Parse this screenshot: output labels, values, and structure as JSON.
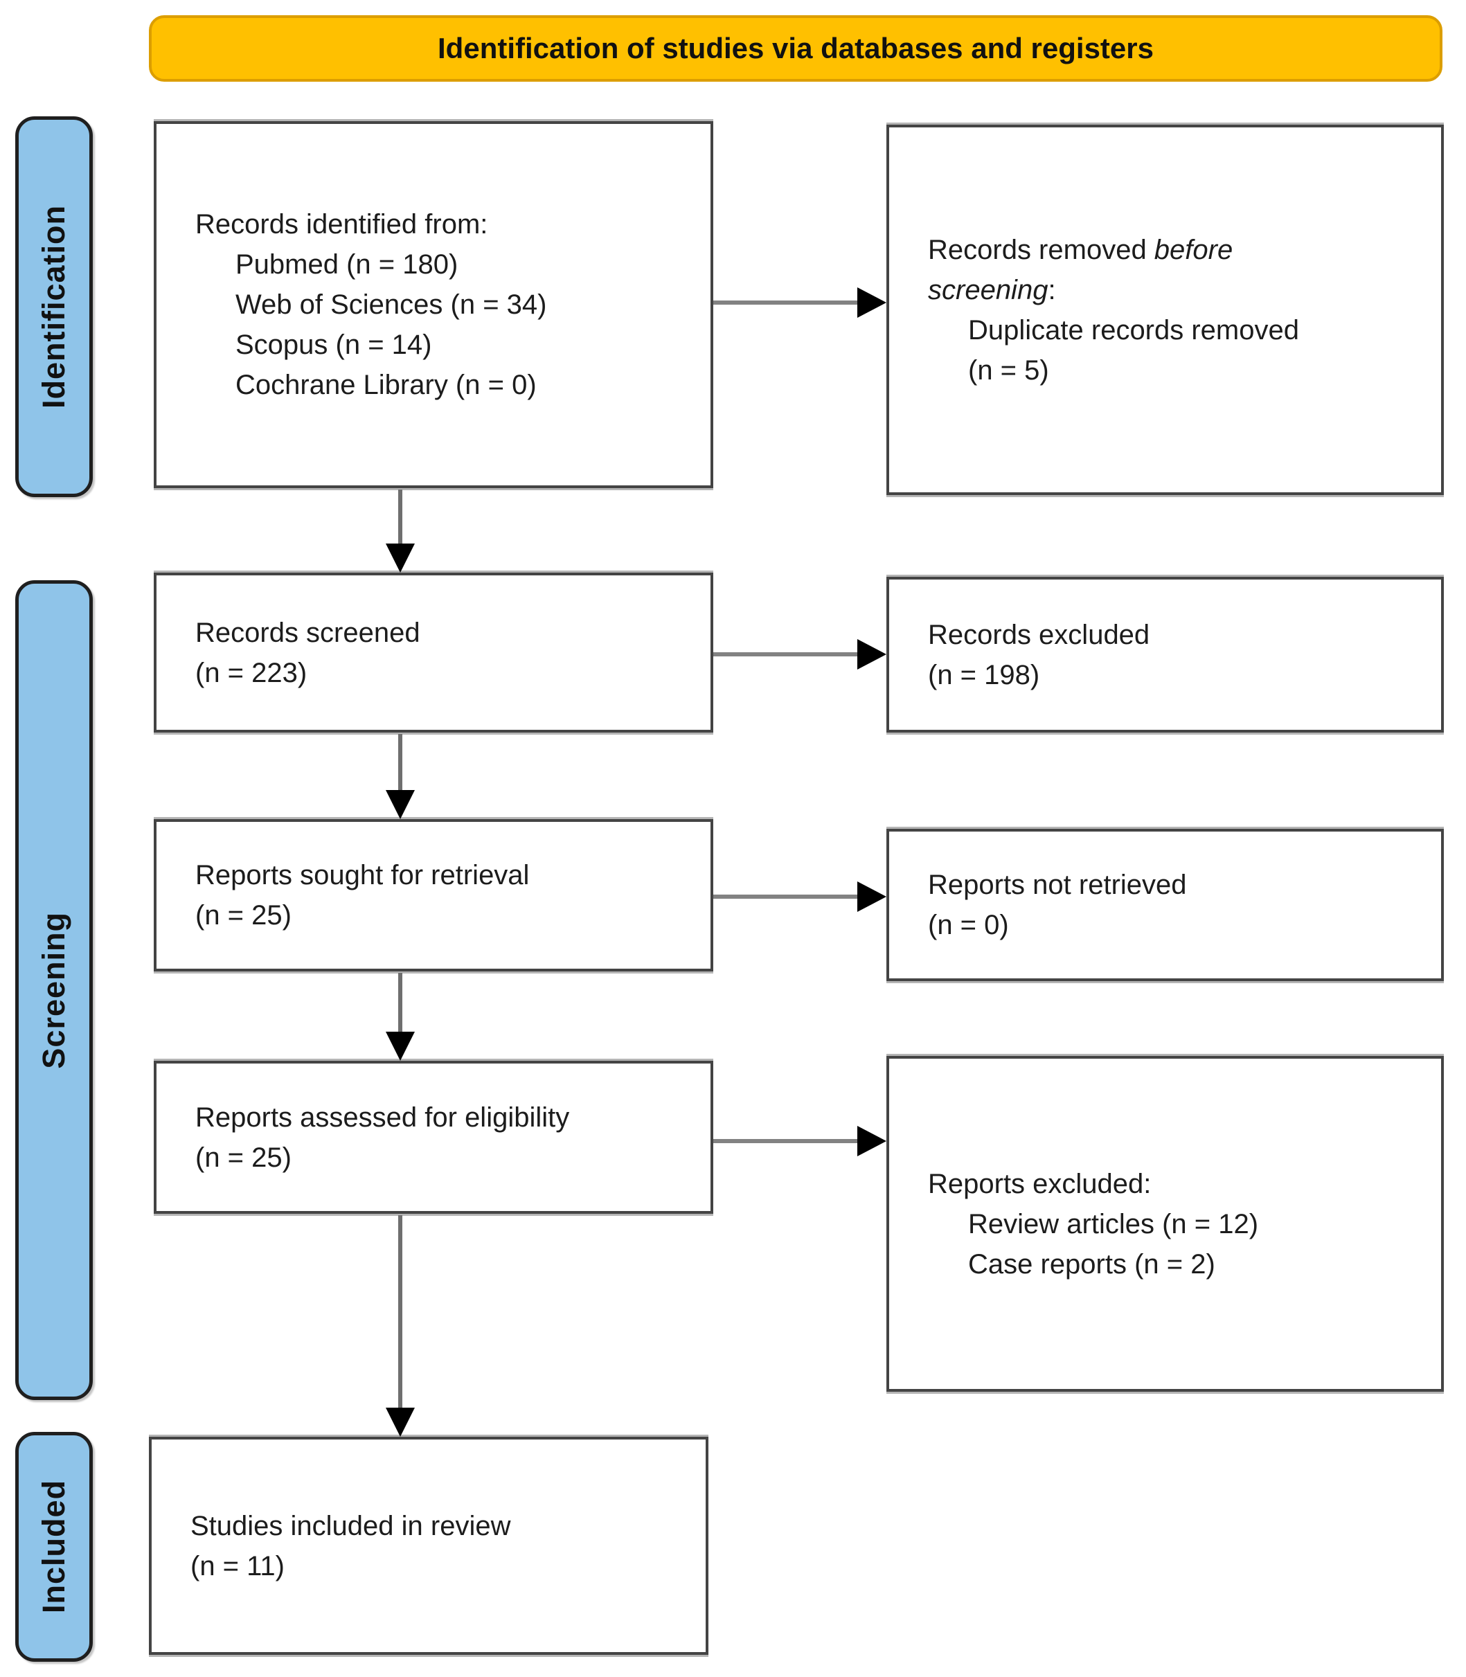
{
  "banner": {
    "title": "Identification of studies via databases and registers"
  },
  "stages": {
    "identification": "Identification",
    "screening": "Screening",
    "included": "Included"
  },
  "colors": {
    "banner_fill": "#FFC000",
    "stage_fill": "#8FC4E9",
    "box_border": "#444444",
    "arrow_shaft": "#828282",
    "arrow_head": "#000000"
  },
  "boxes": {
    "records_identified": {
      "lines": {
        "0": "Records identified from:",
        "1": "Pubmed (n = 180)",
        "2": "Web of Sciences (n = 34)",
        "3": "Scopus (n = 14)",
        "4": "Cochrane Library (n = 0)"
      }
    },
    "records_removed": {
      "prefix": "Records removed ",
      "italic_1": "before",
      "italic_2": "screening",
      "colon": ":",
      "lines": {
        "0": "Duplicate records removed",
        "1": "(n = 5)"
      }
    },
    "records_screened": {
      "lines": {
        "0": "Records screened",
        "1": "(n = 223)"
      }
    },
    "records_excluded": {
      "lines": {
        "0": "Records excluded",
        "1": "(n = 198)"
      }
    },
    "reports_sought": {
      "lines": {
        "0": "Reports sought for retrieval",
        "1": "(n = 25)"
      }
    },
    "reports_not_retrieved": {
      "lines": {
        "0": "Reports not retrieved",
        "1": "(n = 0)"
      }
    },
    "reports_assessed": {
      "lines": {
        "0": "Reports assessed for eligibility",
        "1": "(n = 25)"
      }
    },
    "reports_excluded": {
      "title": "Reports excluded:",
      "lines": {
        "0": "Review articles (n = 12)",
        "1": "Case reports (n = 2)"
      }
    },
    "studies_included": {
      "lines": {
        "0": "Studies included in review",
        "1": "(n = 11)"
      }
    }
  }
}
